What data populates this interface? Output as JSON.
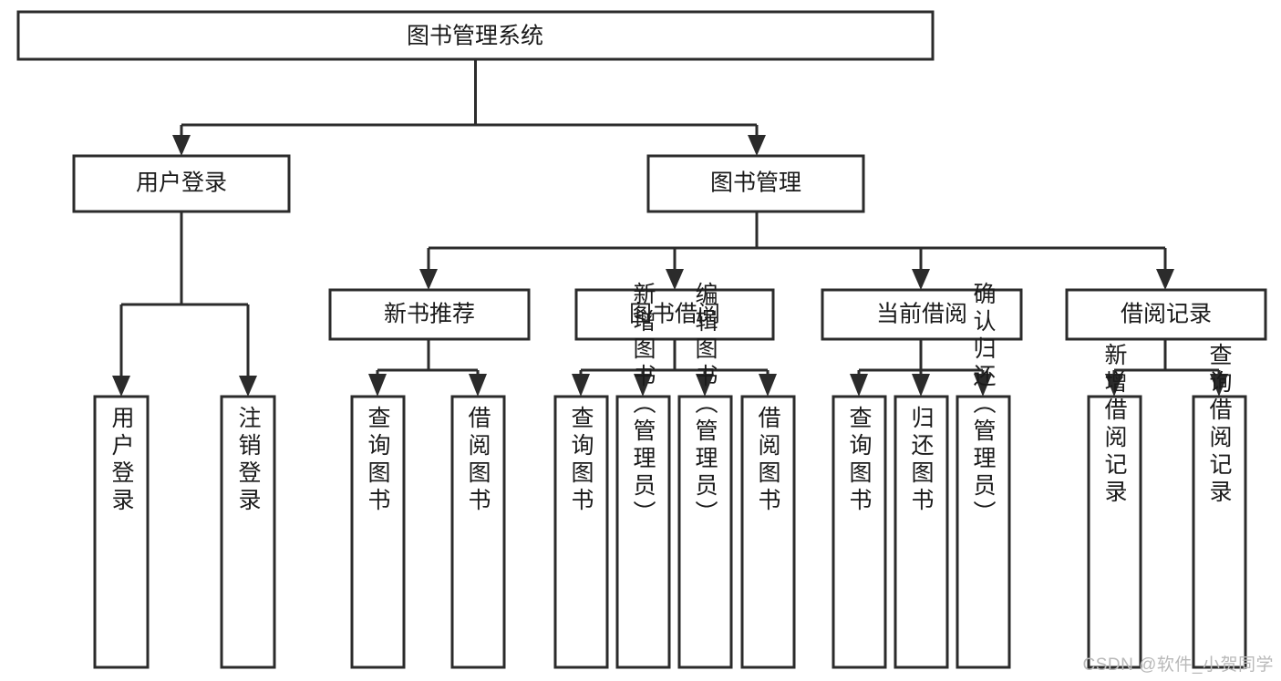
{
  "diagram": {
    "type": "tree",
    "orientation": "top-down",
    "title": "图书管理系统",
    "watermark": "CSDN @软件_小贺同学",
    "colors": {
      "stroke": "#2b2b2b",
      "fill": "#ffffff",
      "text": "#1a1a1a",
      "watermark": "#b9b9b9",
      "background": "#ffffff"
    },
    "nodes": {
      "root": {
        "label": "图书管理系统",
        "level": 0,
        "orientation": "horizontal"
      },
      "l1": [
        {
          "id": "user-login",
          "label": "用户登录",
          "orientation": "horizontal"
        },
        {
          "id": "book-manage",
          "label": "图书管理",
          "orientation": "horizontal"
        }
      ],
      "l2": [
        {
          "id": "new-book-rec",
          "label": "新书推荐",
          "parent": "book-manage",
          "orientation": "horizontal"
        },
        {
          "id": "book-borrow",
          "label": "图书借阅",
          "parent": "book-manage",
          "orientation": "horizontal"
        },
        {
          "id": "current-borrow",
          "label": "当前借阅",
          "parent": "book-manage",
          "orientation": "horizontal"
        },
        {
          "id": "borrow-record",
          "label": "借阅记录",
          "parent": "book-manage",
          "orientation": "horizontal"
        }
      ],
      "leaves": [
        {
          "id": "leaf-user-login",
          "label": "用户登录",
          "parent": "user-login",
          "orientation": "vertical"
        },
        {
          "id": "leaf-user-logout",
          "label": "注销登录",
          "parent": "user-login",
          "orientation": "vertical"
        },
        {
          "id": "leaf-rec-query",
          "label": "查询图书",
          "parent": "new-book-rec",
          "orientation": "vertical"
        },
        {
          "id": "leaf-rec-borrow",
          "label": "借阅图书",
          "parent": "new-book-rec",
          "orientation": "vertical"
        },
        {
          "id": "leaf-borrow-query",
          "label": "查询图书",
          "parent": "book-borrow",
          "orientation": "vertical"
        },
        {
          "id": "leaf-borrow-add",
          "label": "新增图书（管理员）",
          "parent": "book-borrow",
          "orientation": "vertical"
        },
        {
          "id": "leaf-borrow-edit",
          "label": "编辑图书（管理员）",
          "parent": "book-borrow",
          "orientation": "vertical"
        },
        {
          "id": "leaf-borrow-lend",
          "label": "借阅图书",
          "parent": "book-borrow",
          "orientation": "vertical"
        },
        {
          "id": "leaf-cur-query",
          "label": "查询图书",
          "parent": "current-borrow",
          "orientation": "vertical"
        },
        {
          "id": "leaf-cur-return",
          "label": "归还图书",
          "parent": "current-borrow",
          "orientation": "vertical"
        },
        {
          "id": "leaf-cur-confirm",
          "label": "确认归还（管理员）",
          "parent": "current-borrow",
          "orientation": "vertical"
        },
        {
          "id": "leaf-rec-add",
          "label": "新增借阅记录",
          "parent": "borrow-record",
          "orientation": "vertical"
        },
        {
          "id": "leaf-rec-search",
          "label": "查询借阅记录",
          "parent": "borrow-record",
          "orientation": "vertical"
        }
      ]
    }
  }
}
